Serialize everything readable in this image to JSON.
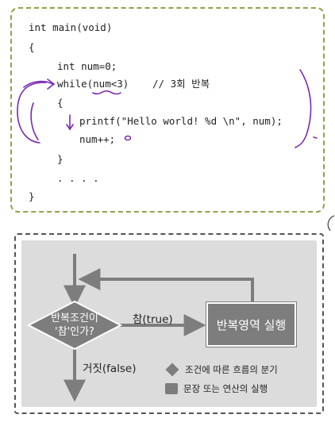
{
  "code": {
    "lines": [
      "int main(void)",
      "{",
      "int num=0;",
      "while(num<3)",
      "// 3회 반복",
      "{",
      "printf(\"Hello world! %d \\n\", num);",
      "num++;",
      "}",
      ". . . .",
      "}"
    ]
  },
  "flow": {
    "condition_line1": "반복조건이",
    "condition_line2": "'참'인가?",
    "true_label": "참(true)",
    "false_label": "거짓(false)",
    "action_label": "반복영역 실행",
    "legend": {
      "diamond_label": "조건에 따른 흐름의 분기",
      "square_label": "문장 또는 연산의 실행"
    }
  },
  "colors": {
    "code_border": "#8fa24a",
    "annotation": "#7a2bb0",
    "diagram_fill": "#7d7d7d",
    "diagram_bg": "#dcdcdc"
  }
}
